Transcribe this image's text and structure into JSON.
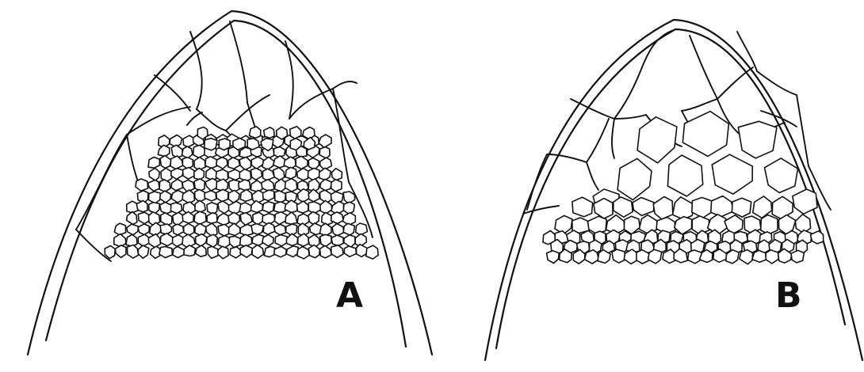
{
  "panels": [
    {
      "id": "A",
      "label": "A"
    },
    {
      "id": "B",
      "label": "B"
    }
  ],
  "colors": {
    "ink": "#111111",
    "background": "#ffffff"
  }
}
